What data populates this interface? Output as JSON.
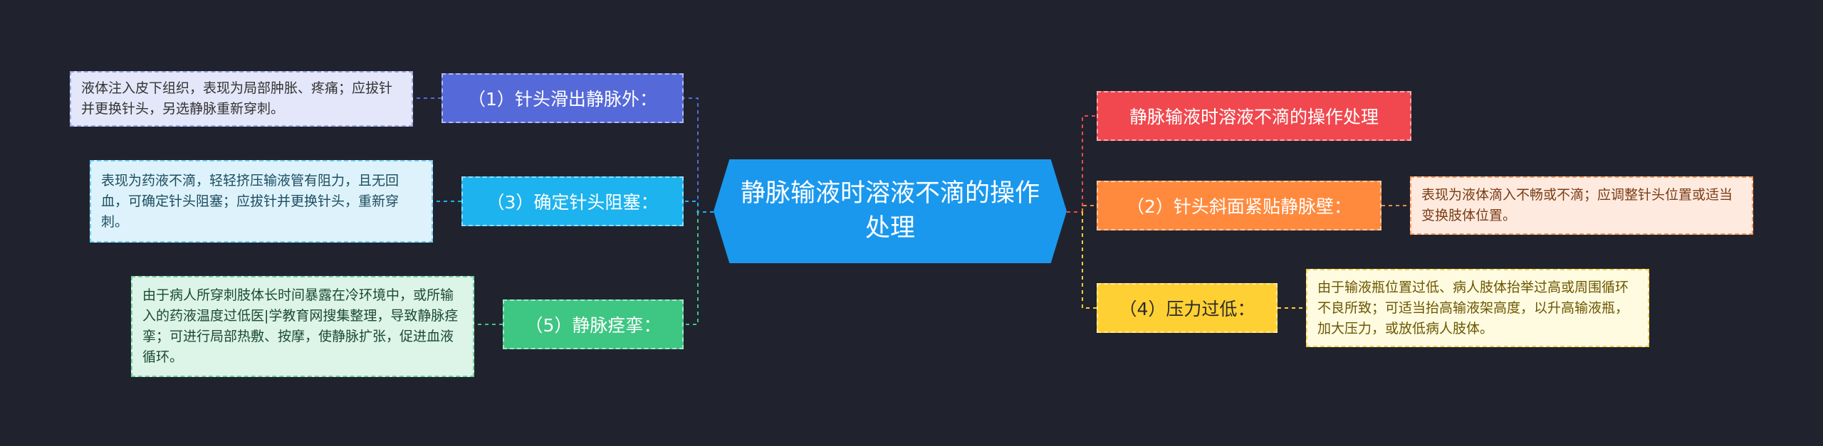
{
  "central": {
    "label": "静脉输液时溶液不滴的操作处理"
  },
  "branches": {
    "top_right": {
      "label": "静脉输液时溶液不滴的操作处理",
      "color": "#f0484e"
    },
    "b1": {
      "label": "（1）针头滑出静脉外：",
      "color": "#5669d8"
    },
    "b2": {
      "label": "（2）针头斜面紧贴静脉壁：",
      "color": "#ff8a3d"
    },
    "b3": {
      "label": "（3）确定针头阻塞：",
      "color": "#1cb3ee"
    },
    "b4": {
      "label": "（4）压力过低：",
      "color": "#ffd033"
    },
    "b5": {
      "label": "（5）静脉痉挛：",
      "color": "#3ec683"
    }
  },
  "leaves": {
    "l1": {
      "text": "液体注入皮下组织，表现为局部肿胀、疼痛；应拔针并更换针头，另选静脉重新穿刺。",
      "bg": "#e4e7f9",
      "border": "#9aa4e6",
      "color": "#333333"
    },
    "l2": {
      "text": "表现为液体滴入不畅或不滴；应调整针头位置或适当变换肢体位置。",
      "bg": "#ffeadf",
      "border": "#ff9a5c",
      "color": "#7a3c14"
    },
    "l3": {
      "text": "表现为药液不滴，轻轻挤压输液管有阻力，且无回血，可确定针头阻塞；应拔针并更换针头，重新穿刺。",
      "bg": "#ddf2fb",
      "border": "#6fcdf0",
      "color": "#1d4d60"
    },
    "l4": {
      "text": "由于输液瓶位置过低、病人肢体抬举过高或周围循环不良所致；可适当抬高输液架高度，以升高输液瓶，加大压力，或放低病人肢体。",
      "bg": "#fffbe0",
      "border": "#f5d34a",
      "color": "#6b5600"
    },
    "l5": {
      "text": "由于病人所穿刺肢体长时间暴露在冷环境中，或所输入的药液温度过低医|学教育网搜集整理，导致静脉痉挛；可进行局部热敷、按摩，使静脉扩张，促进血液循环。",
      "bg": "#ddf4e8",
      "border": "#6fd3a0",
      "color": "#1c4a33"
    }
  }
}
